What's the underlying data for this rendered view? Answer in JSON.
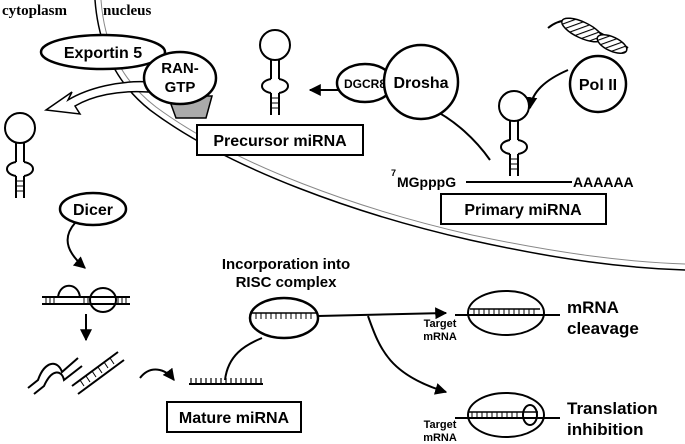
{
  "compartments": {
    "cytoplasm": "cytoplasm",
    "nucleus": "nucleus"
  },
  "proteins": {
    "exportin": "Exportin 5",
    "ran_line1": "RAN-",
    "ran_line2": "GTP",
    "dgcr8": "DGCR8",
    "drosha": "Drosha",
    "pol2": "Pol II",
    "dicer": "Dicer"
  },
  "rna": {
    "precursor": "Precursor miRNA",
    "primary": "Primary miRNA",
    "mature": "Mature miRNA",
    "cap_sup": "7",
    "cap": "MGpppG",
    "polya": "AAAAAA"
  },
  "risc": {
    "line1": "Incorporation into",
    "line2": "RISC complex"
  },
  "outcomes": {
    "target_line1": "Target",
    "target_line2": "mRNA",
    "cleavage_line1": "mRNA",
    "cleavage_line2": "cleavage",
    "translation_line1": "Translation",
    "translation_line2": "inhibition"
  },
  "colors": {
    "ink": "#000000",
    "ran_gtp_shadow": "#aaaaaa",
    "export_arrow": "#ffffff"
  }
}
